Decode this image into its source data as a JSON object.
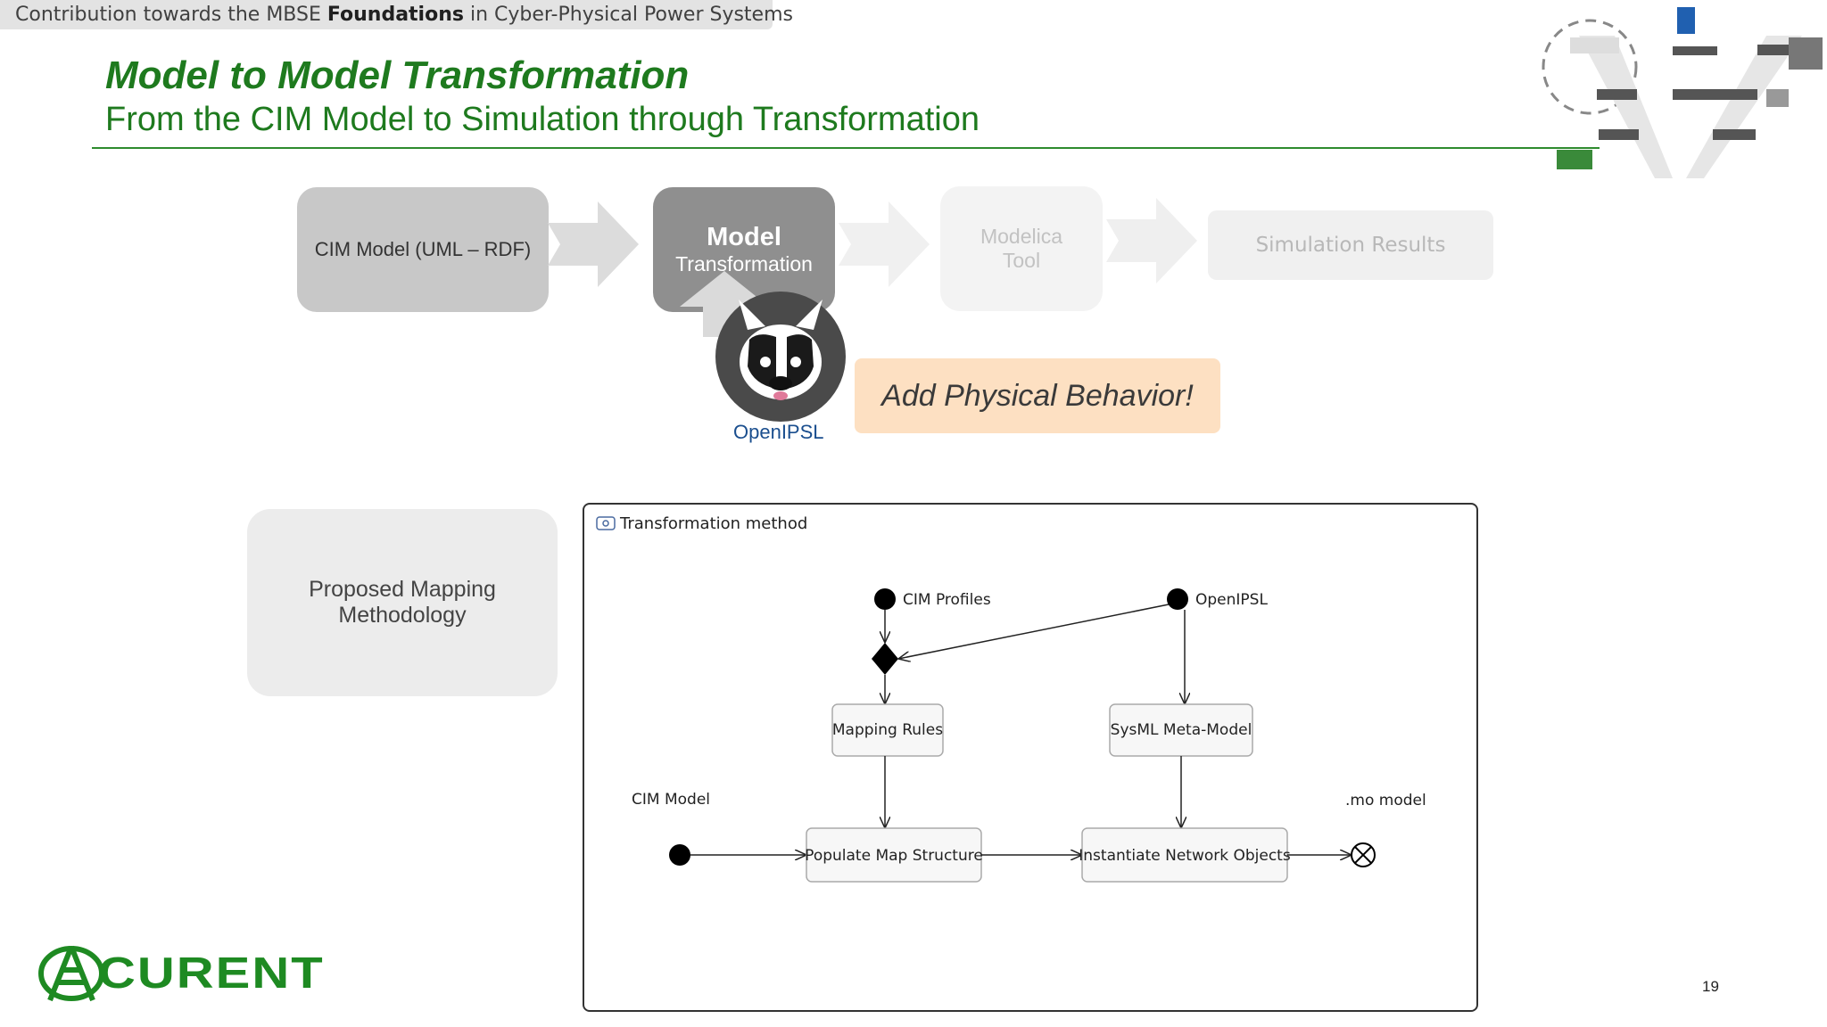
{
  "banner": {
    "prefix": "Contribution towards the MBSE ",
    "bold": "Foundations",
    "suffix": " in Cyber-Physical Power Systems"
  },
  "title": "Model to Model Transformation",
  "subtitle": "From the CIM Model to Simulation through Transformation",
  "process": {
    "cim_model": "CIM Model (UML – RDF)",
    "model_transformation": {
      "line1": "Model",
      "line2": "Transformation"
    },
    "modelica_tool": {
      "line1": "Modelica",
      "line2": "Tool"
    },
    "simulation_results": "Simulation Results"
  },
  "openipsl_label": "OpenIPSL",
  "behavior_callout": "Add Physical Behavior!",
  "mapping_box": {
    "line1": "Proposed Mapping",
    "line2": "Methodology"
  },
  "diagram": {
    "title": "Transformation method",
    "nodes": {
      "cim_profiles": "CIM Profiles",
      "openipsl": "OpenIPSL",
      "mapping_rules": "Mapping Rules",
      "sysml_meta_model": "SysML Meta-Model",
      "cim_model": "CIM Model",
      "populate_map_structure": "Populate Map Structure",
      "instantiate_network_objects": "Instantiate Network Objects",
      "mo_model": ".mo model"
    }
  },
  "logo": {
    "text": "CURENT"
  },
  "page_number": "19",
  "colors": {
    "title_green": "#1e7a1e",
    "callout_bg": "#fde0c2",
    "link_blue": "#1a4e8e"
  }
}
